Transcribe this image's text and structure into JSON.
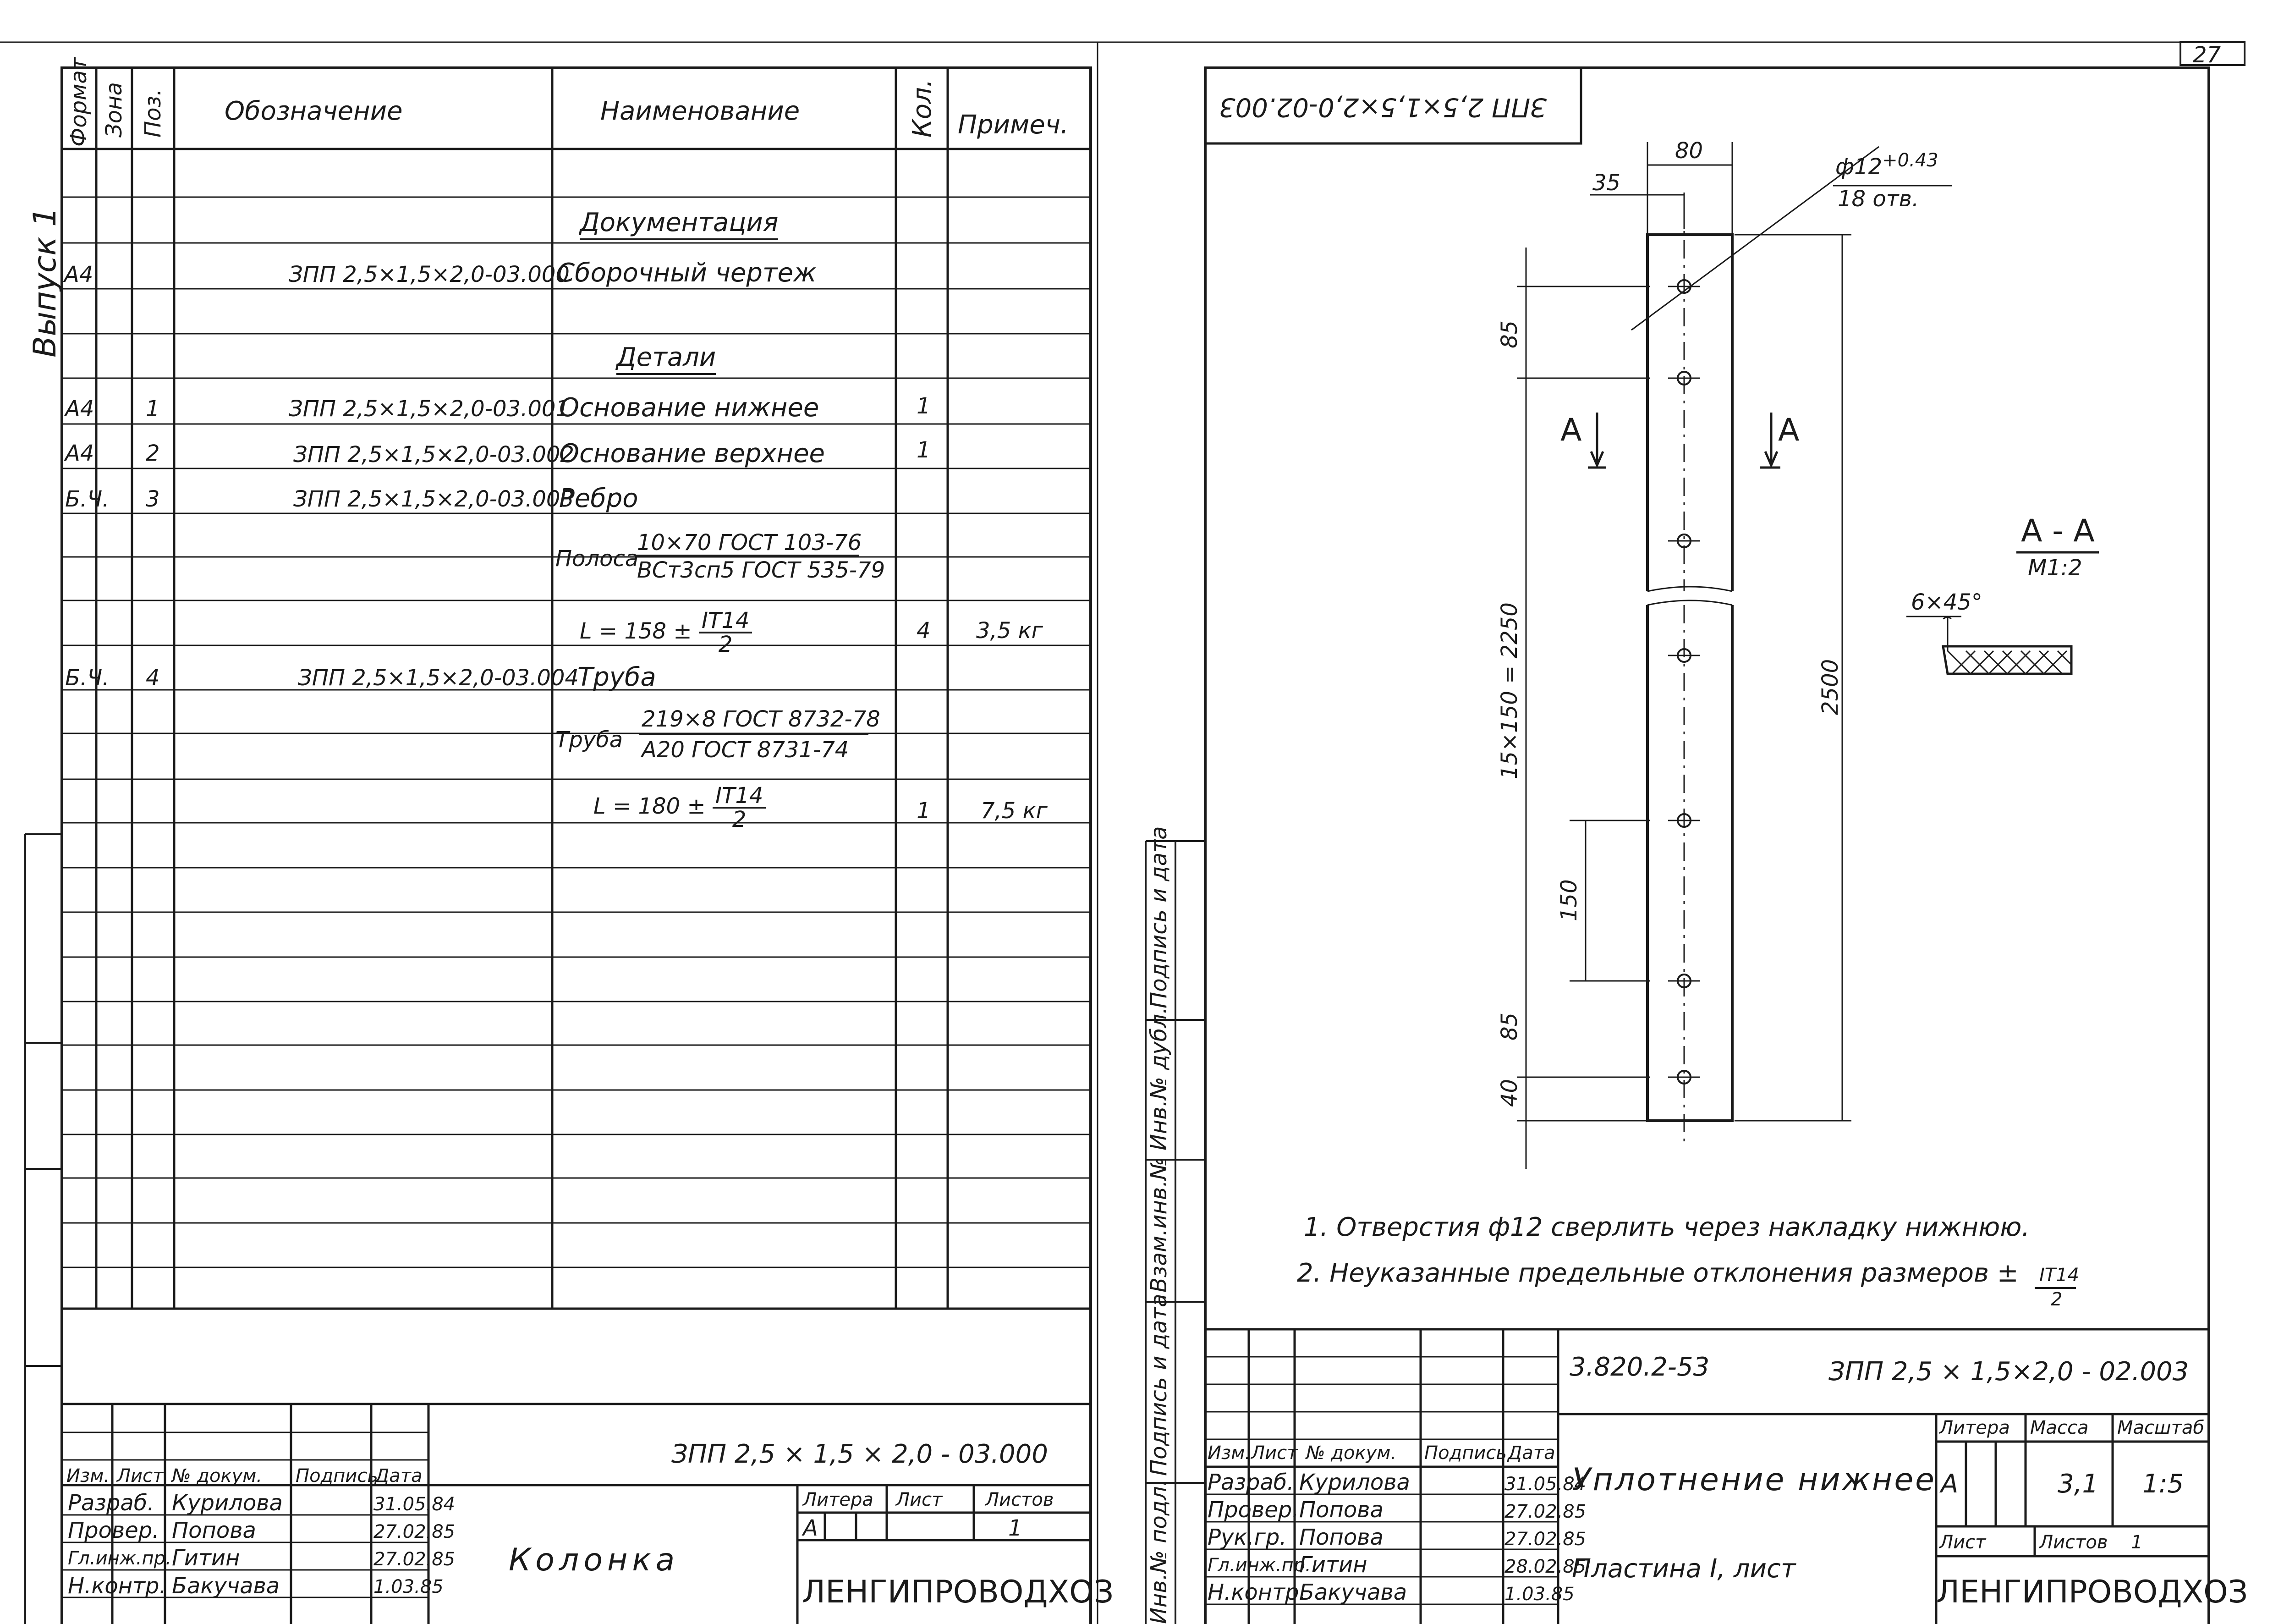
{
  "page_number": "27",
  "vypusk": "Выпуск 1",
  "spec": {
    "headers": {
      "format": "Формат",
      "zone": "Зона",
      "pos": "Поз.",
      "designation": "Обозначение",
      "name": "Наименование",
      "qty": "Кол.",
      "note": "Примеч."
    },
    "section_docs": "Документация",
    "doc_row": {
      "format": "А4",
      "designation": "ЗПП 2,5×1,5×2,0-03.000",
      "name": "Сборочный чертеж"
    },
    "section_parts": "Детали",
    "rows": [
      {
        "format": "А4",
        "pos": "1",
        "designation": "ЗПП 2,5×1,5×2,0-03.001",
        "name": "Основание нижнее",
        "qty": "1",
        "note": ""
      },
      {
        "format": "А4",
        "pos": "2",
        "designation": "ЗПП 2,5×1,5×2,0-03.002",
        "name": "Основание верхнее",
        "qty": "1",
        "note": ""
      },
      {
        "format": "Б.Ч.",
        "pos": "3",
        "designation": "ЗПП 2,5×1,5×2,0-03.003",
        "name": "Ребро",
        "qty": "",
        "note": ""
      },
      {
        "format": "Б.Ч.",
        "pos": "4",
        "designation": "ЗПП 2,5×1,5×2,0-03.004",
        "name": "Труба",
        "qty": "",
        "note": ""
      }
    ],
    "polosa": {
      "label": "Полоса",
      "top": "10×70 ГОСТ 103-76",
      "bottom": "ВСт3сп5 ГОСТ 535-79"
    },
    "polosa_len": {
      "prefix": "L = 158 ±",
      "num": "IT14",
      "den": "2",
      "qty": "4",
      "note": "3,5 кг"
    },
    "truba": {
      "label": "Труба",
      "top": "219×8 ГОСТ 8732-78",
      "bottom": "А20 ГОСТ 8731-74"
    },
    "truba_len": {
      "prefix": "L = 180 ±",
      "num": "IT14",
      "den": "2",
      "qty": "1",
      "note": "7,5 кг"
    }
  },
  "left_title": {
    "code": "ЗПП 2,5 × 1,5 × 2,0 - 03.000",
    "name": "Колонка",
    "col_headers": {
      "izm": "Изм.",
      "list": "Лист",
      "doc": "№ докум.",
      "sign": "Подпись",
      "date": "Дата"
    },
    "people": [
      {
        "role": "Разраб.",
        "name": "Курилова",
        "date": "31.05.84"
      },
      {
        "role": "Провер.",
        "name": "Попова",
        "date": "27.02.85"
      },
      {
        "role": "Гл.инж.пр.",
        "name": "Гитин",
        "date": "27.02.85"
      },
      {
        "role": "Н.контр.",
        "name": "Бакучава",
        "date": "1.03.85"
      }
    ],
    "litera_label": "Литера",
    "litera": "А",
    "list_label": "Лист",
    "listov_label": "Листов",
    "listov": "1",
    "org": "ЛЕНГИПРОВОДХОЗ"
  },
  "drawing": {
    "stamp_code": "ЗПП 2,5×1,5×2,0-02.003",
    "dims": {
      "w80": "80",
      "w35": "35",
      "hole": "ф12",
      "hole_tol": "+0.43",
      "hole_count": "18 отв.",
      "d85a": "85",
      "d15": "15×150 = 2250",
      "d150": "150",
      "d85b": "85",
      "d40": "40",
      "d2500": "2500"
    },
    "section_mark": "А",
    "section_title": "А - А",
    "section_scale": "М1:2",
    "chamfer": "6×45°",
    "notes": [
      "1. Отверстия ф12 сверлить через накладку нижнюю.",
      "2. Неуказанные предельные отклонения размеров ±"
    ],
    "note_frac": {
      "num": "IT14",
      "den": "2"
    }
  },
  "side_stamps": [
    "Подпись и дата",
    "Инв.№ дубл.",
    "Взам.инв.№",
    "Подпись и дата",
    "Инв.№ подл."
  ],
  "right_title": {
    "series": "3.820.2-53",
    "code": "ЗПП 2,5 × 1,5×2,0 - 02.003",
    "name": "Уплотнение нижнее",
    "subname": "Пластина I, лист",
    "col_headers": {
      "izm": "Изм.",
      "list": "Лист",
      "doc": "№ докум.",
      "sign": "Подпись",
      "date": "Дата"
    },
    "people": [
      {
        "role": "Разраб.",
        "name": "Курилова",
        "date": "31.05.84"
      },
      {
        "role": "Провер.",
        "name": "Попова",
        "date": "27.02.85"
      },
      {
        "role": "Рук.гр.",
        "name": "Попова",
        "date": "27.02.85"
      },
      {
        "role": "Гл.инж.пр.",
        "name": "Гитин",
        "date": "28.02.85"
      },
      {
        "role": "Н.контр.",
        "name": "Бакучава",
        "date": "1.03.85"
      }
    ],
    "litera_label": "Литера",
    "mass_label": "Масса",
    "scale_label": "Масштаб",
    "litera": "А",
    "mass": "3,1",
    "scale": "1:5",
    "list_label": "Лист",
    "listov_label": "Листов",
    "listov": "1",
    "org": "ЛЕНГИПРОВОДХОЗ"
  }
}
